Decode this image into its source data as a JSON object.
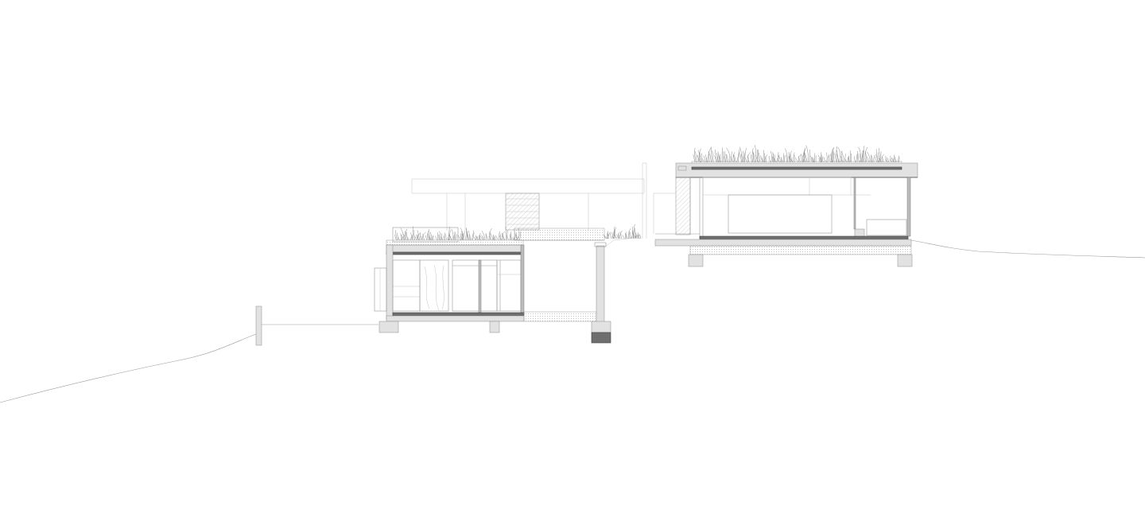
{
  "drawing": {
    "kind": "architectural-section",
    "line_color": "#9a9a9a",
    "dark_line_color": "#4a4a4a",
    "background": "#ffffff",
    "green_roof_lower_tufts": 38,
    "green_roof_upper_tufts": 58,
    "green_roof_wall_tufts": 12
  }
}
